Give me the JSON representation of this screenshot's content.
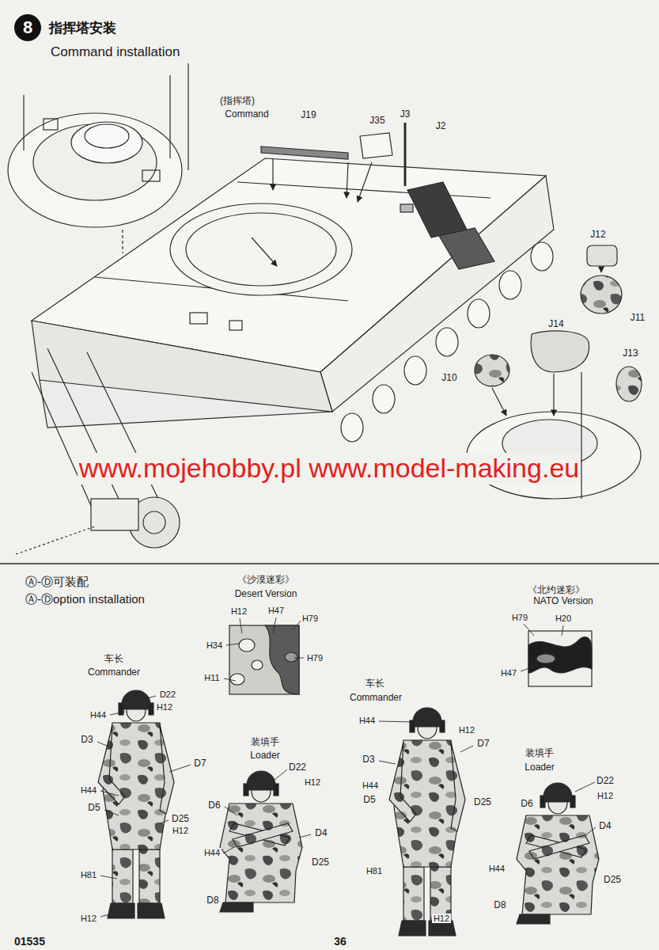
{
  "diagram": {
    "title": "指挥塔安装",
    "nodes": [
      {
        "text": [
          "8"
        ]
      }
    ],
    "labels": [
      "Command installation",
      "(指挥塔)",
      "Command",
      "J19",
      "J35",
      "J3",
      "J2",
      "J12",
      "J11",
      "J14",
      "J13",
      "J10",
      "www.mojehobby.pl www.model-making.eu",
      "Ⓐ-Ⓓ可装配",
      "Ⓐ-Ⓓoption installation",
      "《沙漠迷彩》",
      "Desert Version",
      "H34",
      "H12",
      "H47",
      "H79",
      "H79",
      "H11",
      "《北约迷彩》",
      "NATO Version",
      "H79",
      "H20",
      "H47",
      "车长",
      "Commander",
      "D22",
      "H12",
      "H44",
      "D3",
      "D7",
      "H44",
      "D5",
      "D25",
      "H12",
      "H81",
      "H12",
      "装填手",
      "Loader",
      "D22",
      "H12",
      "D6",
      "D4",
      "H44",
      "D25",
      "D8",
      "车长",
      "Commander",
      "H44",
      "H12",
      "D7",
      "D3",
      "H44",
      "D5",
      "D25",
      "H81",
      "H12",
      "装填手",
      "Loader",
      "D22",
      "H12",
      "D6",
      "D4",
      "H44",
      "D25",
      "D8",
      "01535",
      "36"
    ]
  }
}
